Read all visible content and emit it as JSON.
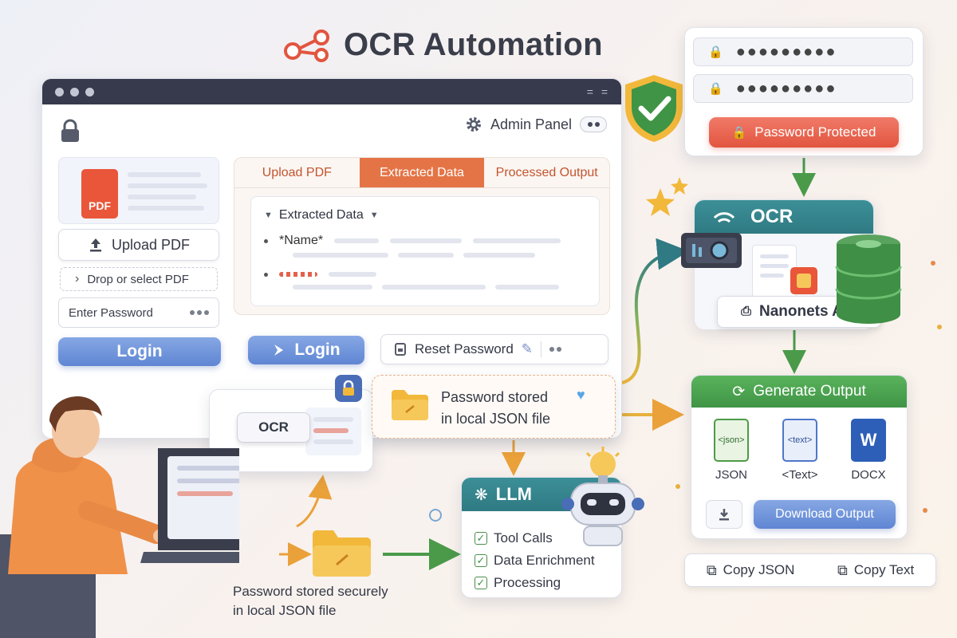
{
  "title": "OCR Automation",
  "window": {
    "admin_label": "Admin Panel",
    "upload_label": "Upload PDF",
    "drop_label": "Drop or select PDF",
    "password_placeholder": "Enter Password",
    "login_label": "Login",
    "pdf_badge": "PDF",
    "tabs": [
      {
        "label": "Upload PDF",
        "active": false
      },
      {
        "label": "Extracted Data",
        "active": true
      },
      {
        "label": "Processed Output",
        "active": false
      }
    ],
    "extracted_header": "Extracted Data",
    "extracted_field": "*Name*",
    "reset_label": "Reset Password"
  },
  "ocr_scanner_label": "OCR",
  "stored_note": {
    "line1": "Password stored",
    "line2": "in local JSON file"
  },
  "bottom_caption": {
    "line1": "Password stored securely",
    "line2": "in local JSON file"
  },
  "password_card": {
    "field_mask": "●●●●●●●●●",
    "badge_label": "Password Protected"
  },
  "ocr_block": {
    "title": "OCR",
    "api_label": "Nanonets API"
  },
  "generate": {
    "title": "Generate Output",
    "formats": [
      {
        "icon_text": "<json>",
        "label": "JSON",
        "color": "#4d9b47"
      },
      {
        "icon_text": "<text>",
        "label": "<Text>",
        "color": "#4f77c9"
      },
      {
        "icon_text": "W",
        "label": "DOCX",
        "color": "#2e5fb8"
      }
    ],
    "download_label": "Download Output"
  },
  "copy_bar": {
    "copy_json": "Copy JSON",
    "copy_text": "Copy Text"
  },
  "llm": {
    "title": "LLM",
    "items": [
      "Tool Calls",
      "Data Enrichment",
      "Processing"
    ]
  },
  "colors": {
    "accent_orange": "#e47446",
    "accent_blue": "#5f86d4",
    "teal": "#2f7a83",
    "green": "#3f9445",
    "red": "#e2553f"
  }
}
